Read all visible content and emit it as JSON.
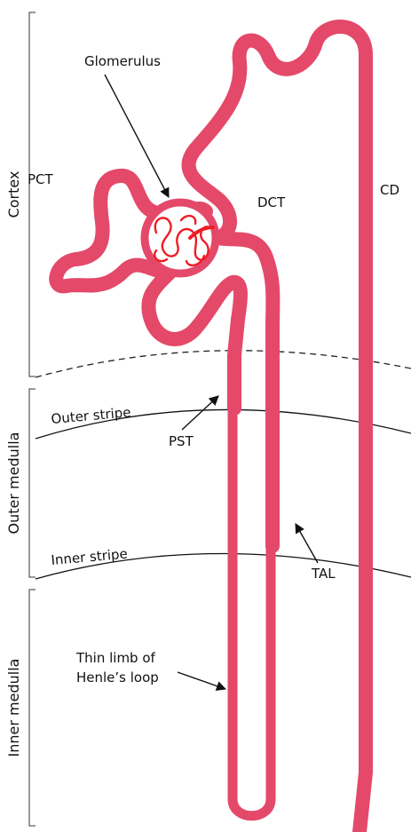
{
  "colors": {
    "tubule": "#e4496a",
    "tubule_light": "#f3aab9",
    "glomerulus": "#ee1c24",
    "capsule_fill": "#ffffff",
    "line": "#111111"
  },
  "zones": {
    "cortex": "Cortex",
    "outer_medulla": "Outer medulla",
    "inner_medulla": "Inner medulla"
  },
  "boundaries": {
    "outer_stripe": "Outer stripe",
    "inner_stripe": "Inner stripe"
  },
  "labels": {
    "glomerulus": "Glomerulus",
    "pct": "PCT",
    "dct": "DCT",
    "cd": "CD",
    "pst": "PST",
    "tal": "TAL",
    "thin_limb_line1": "Thin limb of",
    "thin_limb_line2": "Henle’s loop"
  },
  "icons": {
    "arrow": "arrow-icon"
  }
}
